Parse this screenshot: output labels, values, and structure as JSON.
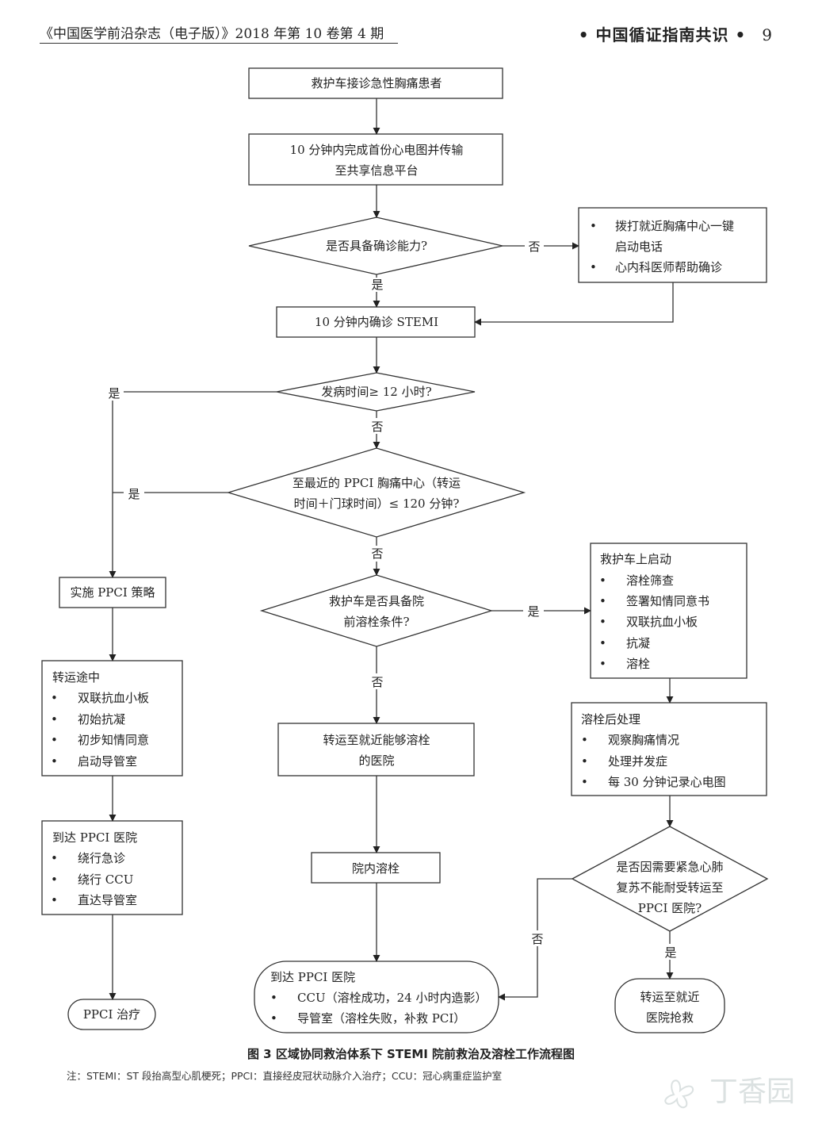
{
  "header": {
    "journal": "《中国医学前沿杂志（电子版）》2018 年第 10 卷第 4 期",
    "section": "•  中国循证指南共识  •",
    "page_number": "9"
  },
  "flow": {
    "n1": "救护车接诊急性胸痛患者",
    "n2": [
      "10 分钟内完成首份心电图并传输",
      "至共享信息平台"
    ],
    "d1": "是否具备确诊能力?",
    "side1": [
      "拨打就近胸痛中心一键",
      "启动电话",
      "心内科医师帮助确诊"
    ],
    "n3": "10 分钟内确诊 STEMI",
    "d2": "发病时间≥ 12 小时?",
    "d3": [
      "至最近的 PPCI 胸痛中心（转运",
      "时间＋门球时间）≤ 120 分钟?"
    ],
    "ppci": "实施 PPCI 策略",
    "transit": {
      "title": "转运途中",
      "items": [
        "双联抗血小板",
        "初始抗凝",
        "初步知情同意",
        "启动导管室"
      ]
    },
    "arrive": {
      "title": "到达 PPCI 医院",
      "items": [
        "绕行急诊",
        "绕行 CCU",
        "直达导管室"
      ]
    },
    "ppci_tx": "PPCI 治疗",
    "d4": [
      "救护车是否具备院",
      "前溶栓条件?"
    ],
    "onboard": {
      "title": "救护车上启动",
      "items": [
        "溶栓筛查",
        "签署知情同意书",
        "双联抗血小板",
        "抗凝",
        "溶栓"
      ]
    },
    "post": {
      "title": "溶栓后处理",
      "items": [
        "观察胸痛情况",
        "处理并发症",
        "每 30 分钟记录心电图"
      ]
    },
    "transfer": [
      "转运至就近能够溶栓",
      "的医院"
    ],
    "inhosp": "院内溶栓",
    "d5": [
      "是否因需要紧急心肺",
      "复苏不能耐受转运至",
      "PPCI 医院?"
    ],
    "arrive2": {
      "title": "到达 PPCI 医院",
      "items": [
        "CCU（溶栓成功，24 小时内造影）",
        "导管室（溶栓失败，补救 PCI）"
      ]
    },
    "nearest": [
      "转运至就近",
      "医院抢救"
    ],
    "yes": "是",
    "no": "否"
  },
  "caption": "图 3    区域协同救治体系下 STEMI 院前救治及溶栓工作流程图",
  "note": "注：STEMI：ST 段抬高型心肌梗死；PPCI：直接经皮冠状动脉介入治疗；CCU：冠心病重症监护室",
  "watermark": "丁香园"
}
